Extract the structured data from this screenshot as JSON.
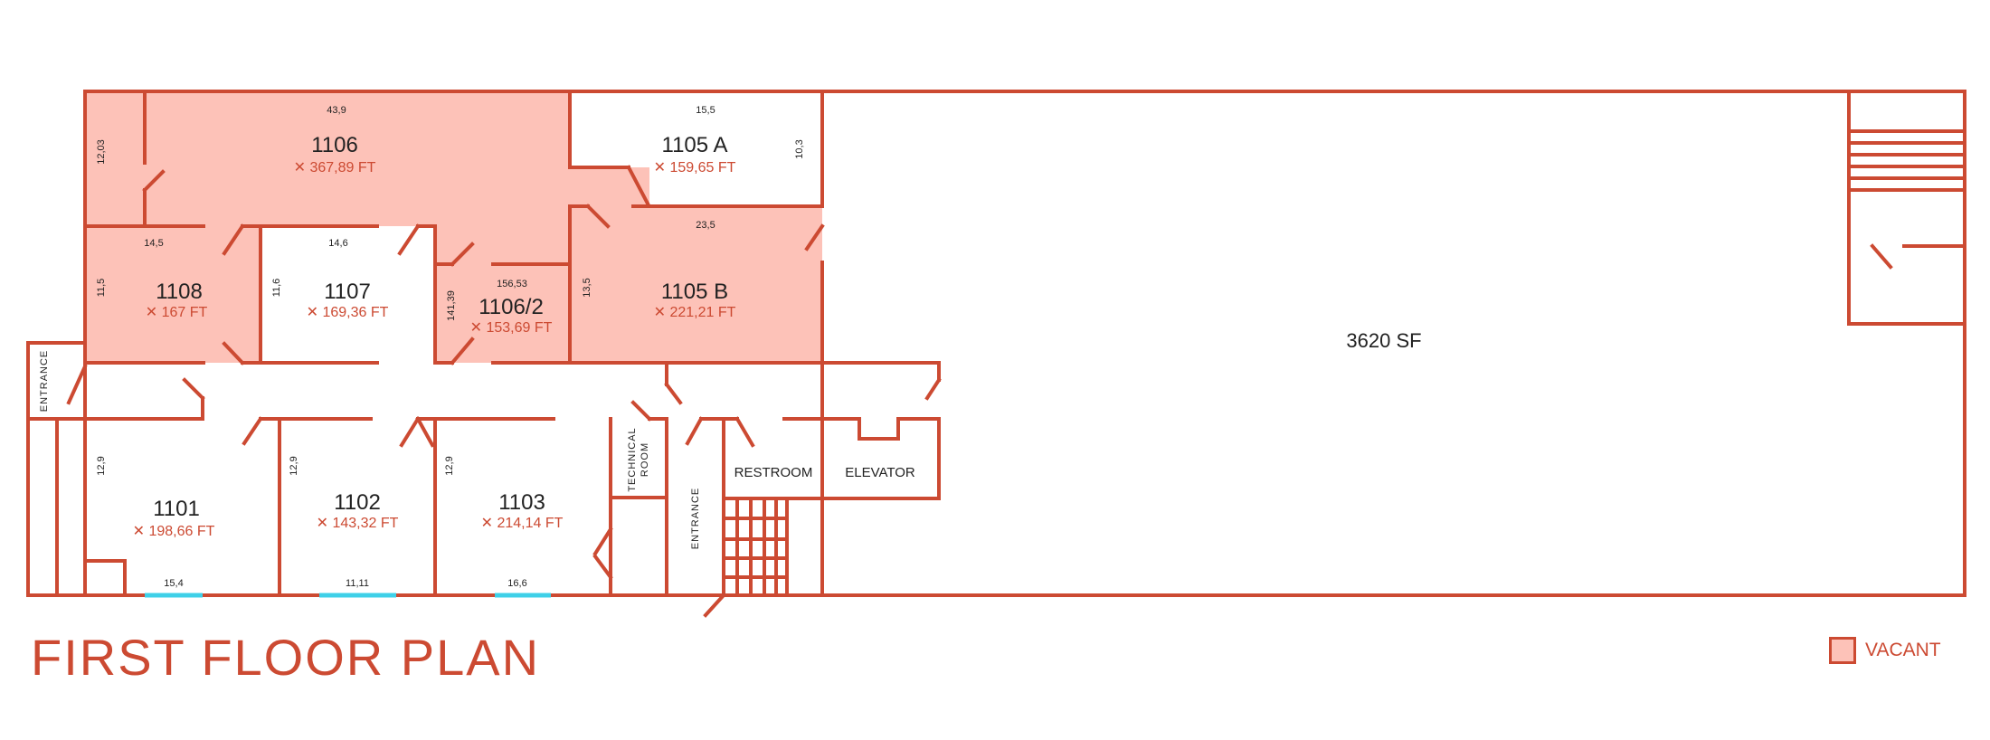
{
  "title": "FIRST FLOOR PLAN",
  "legend": {
    "label": "VACANT",
    "color": "#fdc2b8"
  },
  "colors": {
    "wall": "#cc4a32",
    "vacant": "#fdc2b8",
    "window": "#3fd0e8"
  },
  "rooms": {
    "r1106": {
      "number": "1106",
      "area": "367,89 FT",
      "vacant": true,
      "dims": [
        "43,9",
        "12,03"
      ]
    },
    "r1105a": {
      "number": "1105 A",
      "area": "159,65 FT",
      "vacant": false,
      "dims": [
        "15,5",
        "10,3"
      ]
    },
    "r1105b": {
      "number": "1105 B",
      "area": "221,21 FT",
      "vacant": true,
      "dims": [
        "23,5",
        "13,5"
      ]
    },
    "r1108": {
      "number": "1108",
      "area": "167 FT",
      "vacant": true,
      "dims": [
        "14,5",
        "11,5"
      ]
    },
    "r1107": {
      "number": "1107",
      "area": "169,36 FT",
      "vacant": false,
      "dims": [
        "14,6",
        "11,6"
      ]
    },
    "r1106_2": {
      "number": "1106/2",
      "area": "153,69 FT",
      "vacant": true,
      "dims": [
        "156,53",
        "141,39"
      ]
    },
    "r1101": {
      "number": "1101",
      "area": "198,66 FT",
      "vacant": false,
      "dims": [
        "15,4",
        "12,9"
      ]
    },
    "r1102": {
      "number": "1102",
      "area": "143,32 FT",
      "vacant": false,
      "dims": [
        "11,11",
        "12,9"
      ]
    },
    "r1103": {
      "number": "1103",
      "area": "214,14 FT",
      "vacant": false,
      "dims": [
        "16,6",
        "12,9"
      ]
    }
  },
  "labels": {
    "entrance_left": "ENTRANCE",
    "entrance_mid": "ENTRANCE",
    "technical_1": "TECHNICAL",
    "technical_2": "ROOM",
    "restroom": "RESTROOM",
    "elevator": "ELEVATOR",
    "open_space": "3620 SF"
  },
  "area_icon": "expand-arrows-icon"
}
